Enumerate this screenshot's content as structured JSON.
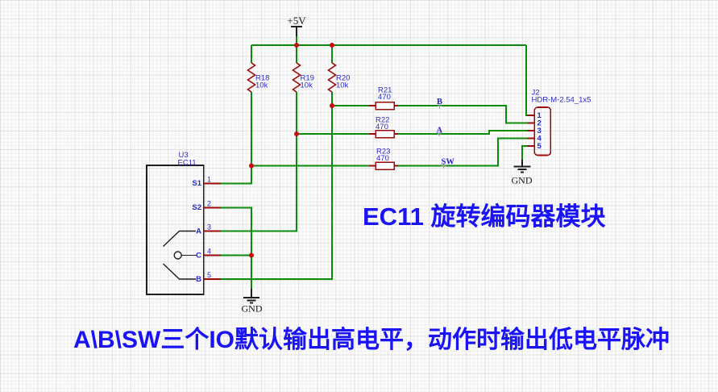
{
  "annotations": {
    "title": "EC11 旋转编码器模块",
    "caption": "A\\B\\SW三个IO默认输出高电平，动作时输出低电平脉冲"
  },
  "power": {
    "vcc": {
      "label": "+5V"
    },
    "gnd_u3": {
      "label": "GND"
    },
    "gnd_j2": {
      "label": "GND"
    }
  },
  "components": {
    "u3": {
      "ref": "U3",
      "value": "EC11",
      "pins": {
        "p1": {
          "num": "1",
          "name": "S1"
        },
        "p2": {
          "num": "2",
          "name": "S2"
        },
        "p3": {
          "num": "3",
          "name": "A"
        },
        "p4": {
          "num": "4",
          "name": "C"
        },
        "p5": {
          "num": "5",
          "name": "B"
        }
      }
    },
    "j2": {
      "ref": "J2",
      "value": "HDR-M-2.54_1x5",
      "pins": {
        "p1": {
          "num": "1"
        },
        "p2": {
          "num": "2"
        },
        "p3": {
          "num": "3"
        },
        "p4": {
          "num": "4"
        },
        "p5": {
          "num": "5"
        }
      }
    },
    "r18": {
      "ref": "R18",
      "value": "10k"
    },
    "r19": {
      "ref": "R19",
      "value": "10k"
    },
    "r20": {
      "ref": "R20",
      "value": "10k"
    },
    "r21": {
      "ref": "R21",
      "value": "470"
    },
    "r22": {
      "ref": "R22",
      "value": "470"
    },
    "r23": {
      "ref": "R23",
      "value": "470"
    }
  },
  "nets": {
    "b": "B",
    "a": "A",
    "sw": "SW"
  },
  "colors": {
    "wire_green": "#0a8c0a",
    "symbol_red": "#9c0a0a",
    "junction_red": "#cc0c0c",
    "label_blue": "#2a2ac8",
    "note_blue": "#1a13f3",
    "symbol_black": "#1f1f1f",
    "canvas_bg": "#fcfcfc"
  }
}
